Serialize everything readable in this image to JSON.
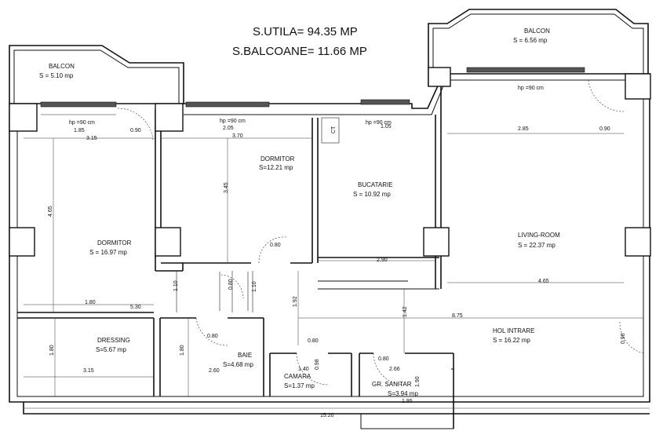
{
  "header": {
    "surface_usable": "S.UTILA= 94.35 MP",
    "surface_balconies": "S.BALCOANE= 11.66 MP"
  },
  "rooms": {
    "balcon_left": {
      "name": "BALCON",
      "area": "S = 5.10 mp"
    },
    "balcon_right": {
      "name": "BALCON",
      "area": "S = 6.56 mp"
    },
    "dormitor_small": {
      "name": "DORMITOR",
      "area": "S=12.21 mp"
    },
    "bucatarie": {
      "name": "BUCATARIE",
      "area": "S = 10.92 mp"
    },
    "dormitor_large": {
      "name": "DORMITOR",
      "area": "S = 16.97 mp"
    },
    "living": {
      "name": "LIVING-ROOM",
      "area": "S = 22.37 mp"
    },
    "hol": {
      "name": "HOL INTRARE",
      "area": "S = 16.22 mp"
    },
    "dressing": {
      "name": "DRESSING",
      "area": "S=5.67 mp"
    },
    "baie": {
      "name": "BAIE",
      "area": "S=4.68 mp"
    },
    "camara": {
      "name": "CAMARA",
      "area": "S=1.37 mp"
    },
    "gr_sanitar": {
      "name": "GR. SANITAR",
      "area": "S=3.94 mp"
    }
  },
  "labels": {
    "ct": "CT",
    "hp_1": "hp =90 cm",
    "hp_2": "hp =90 cm",
    "hp_3": "hp =90 cm",
    "hp_4": "hp =90 cm"
  },
  "dimensions": {
    "d_185": "1.85",
    "d_090a": "0.90",
    "d_315a": "3.15",
    "d_205": "2.05",
    "d_370": "3.70",
    "d_105": "1.05",
    "d_285": "2.85",
    "d_090b": "0.90",
    "d_345": "3.45",
    "d_465a": "4.65",
    "d_080a": "0.80",
    "d_290": "2.90",
    "d_465b": "4.65",
    "d_110a": "1.10",
    "d_080b": "0.80",
    "d_110b": "1.10",
    "d_180a": "1.80",
    "d_530": "5.30",
    "d_192": "1.92",
    "d_142": "1.42",
    "d_875": "8.75",
    "d_080c": "0.80",
    "d_080d": "0.80",
    "d_080e": "0.80",
    "d_180b": "1.80",
    "d_180c": "1.80",
    "d_315b": "3.15",
    "d_260": "2.60",
    "d_140": "1.40",
    "d_098": "0.98",
    "d_266": "2.66",
    "d_190": "1.90",
    "d_090c": "0.90",
    "d_195": "1.95",
    "d_1520": "15.20"
  }
}
